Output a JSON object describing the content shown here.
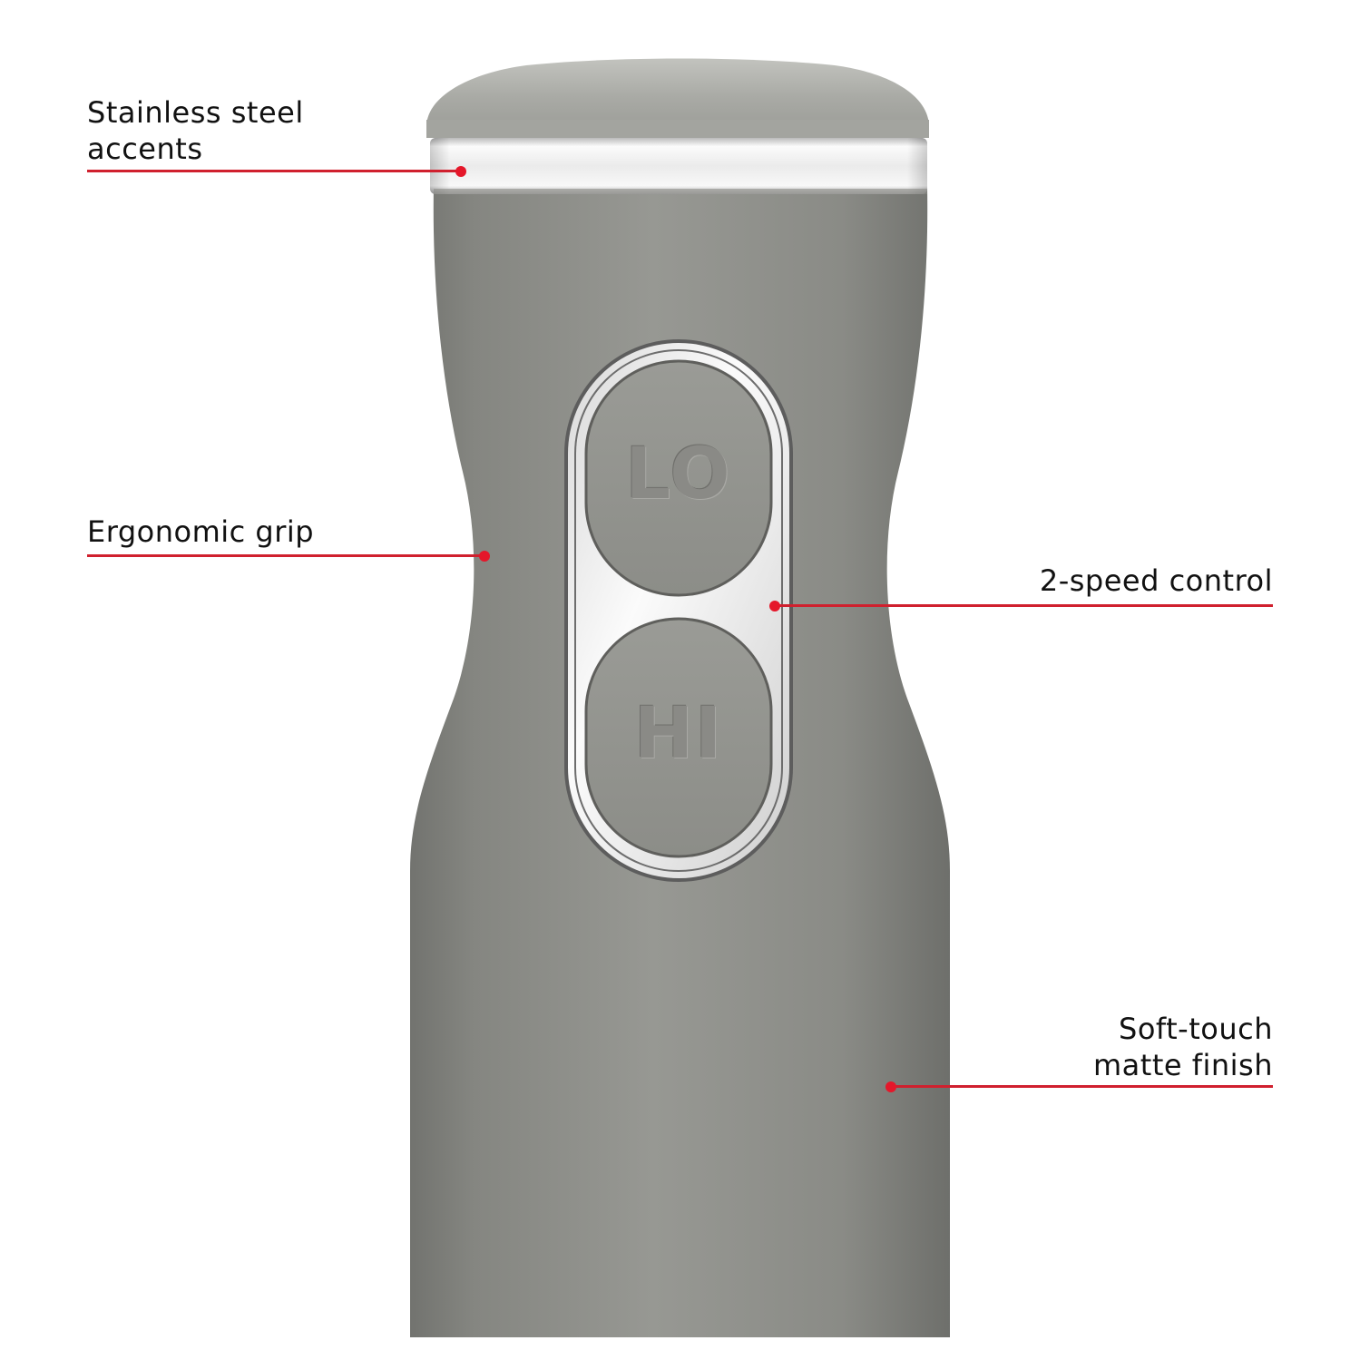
{
  "product": {
    "buttons": [
      {
        "label": "LO"
      },
      {
        "label": "HI"
      }
    ],
    "colors": {
      "body": "#8e8f8a",
      "cap": "#a2a39e",
      "chrome": "#f2f2f2",
      "accent": "#d0202e"
    }
  },
  "callouts": [
    {
      "lines": [
        "Stainless steel",
        "accents"
      ],
      "side": "left"
    },
    {
      "lines": [
        "Ergonomic grip"
      ],
      "side": "left"
    },
    {
      "lines": [
        "2-speed control"
      ],
      "side": "right"
    },
    {
      "lines": [
        "Soft-touch",
        "matte finish"
      ],
      "side": "right"
    }
  ]
}
